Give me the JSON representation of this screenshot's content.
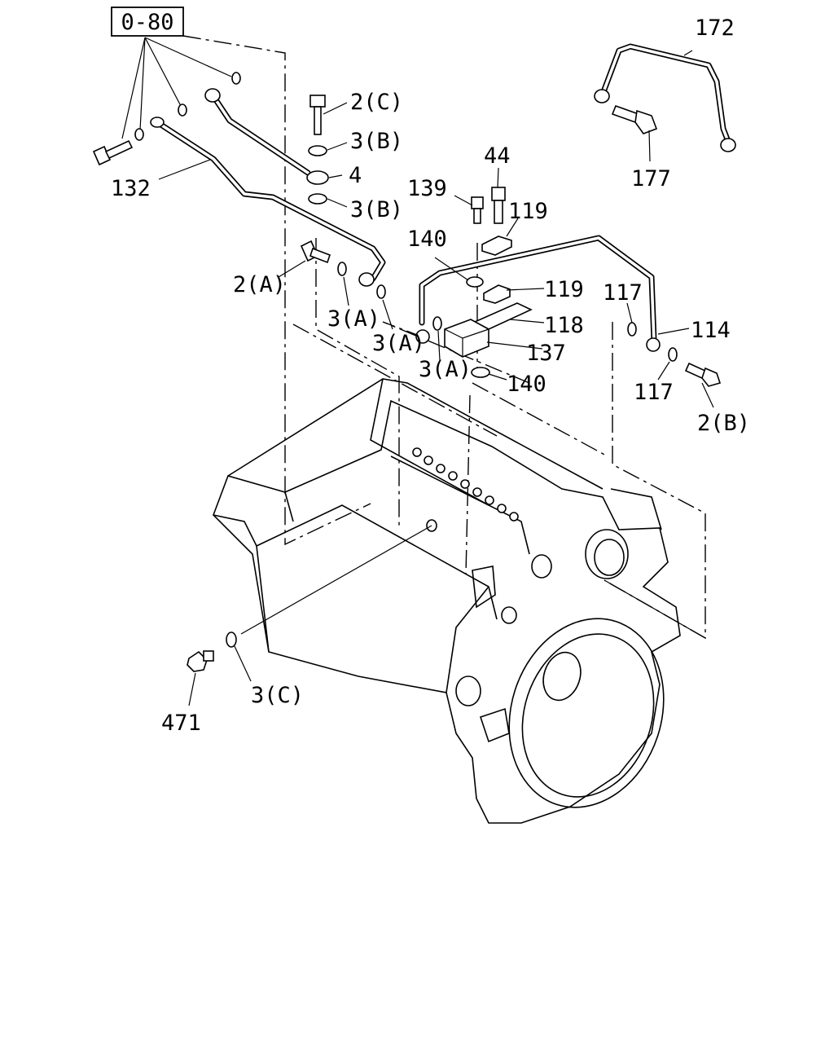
{
  "ref_box": "0-80",
  "callouts": {
    "c172": "172",
    "c177": "177",
    "c2c": "2(C)",
    "c3b_top": "3(B)",
    "c4": "4",
    "c3b_bot": "3(B)",
    "c132": "132",
    "c2a": "2(A)",
    "c3a_1": "3(A)",
    "c3a_2": "3(A)",
    "c3a_3": "3(A)",
    "c44": "44",
    "c139": "139",
    "c119_top": "119",
    "c140_top": "140",
    "c119_bot": "119",
    "c118": "118",
    "c137": "137",
    "c140_bot": "140",
    "c117_top": "117",
    "c114": "114",
    "c117_bot": "117",
    "c2b": "2(B)",
    "c471": "471",
    "c3c": "3(C)"
  }
}
